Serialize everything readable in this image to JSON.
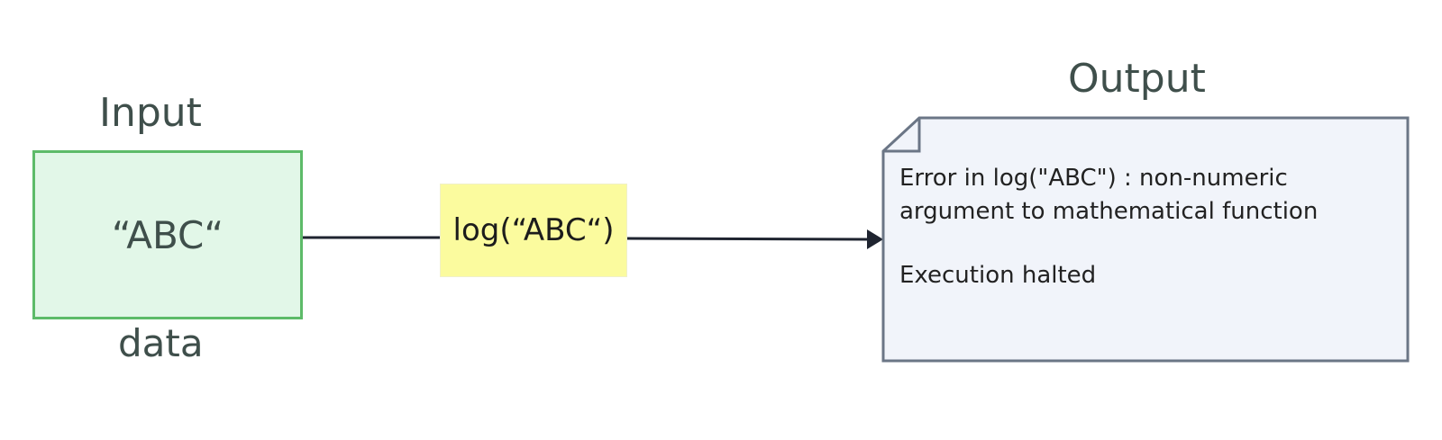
{
  "input": {
    "title": "Input",
    "value": "“ABC“",
    "caption": "data"
  },
  "function": {
    "label": "log(“ABC“)"
  },
  "output": {
    "title": "Output",
    "lines": [
      "Error in log(\"ABC\") : non-numeric",
      "argument to mathematical function"
    ],
    "status": "Execution halted"
  },
  "colors": {
    "input_fill": "#e2f7e8",
    "input_border": "#5dbb69",
    "function_fill": "#fbfb9e",
    "output_fill": "#f1f4fa",
    "output_border": "#6b7686",
    "connector": "#1f2430",
    "label_text": "#3f4f4b"
  }
}
